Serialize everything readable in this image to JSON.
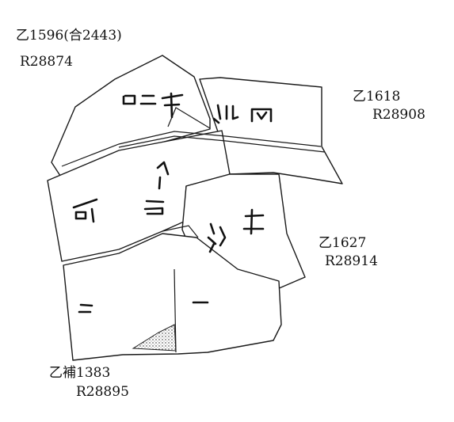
{
  "figure": {
    "fragments": [
      {
        "id": "top-left",
        "catalog": "乙1596(合2443)",
        "register": "R28874"
      },
      {
        "id": "top-right",
        "catalog": "乙1618",
        "register": "R28908"
      },
      {
        "id": "middle-right",
        "catalog": "乙1627",
        "register": "R28914"
      },
      {
        "id": "bottom",
        "catalog": "乙補1383",
        "register": "R28895"
      }
    ],
    "colors": {
      "ink": "#111111",
      "paper": "#ffffff"
    }
  }
}
